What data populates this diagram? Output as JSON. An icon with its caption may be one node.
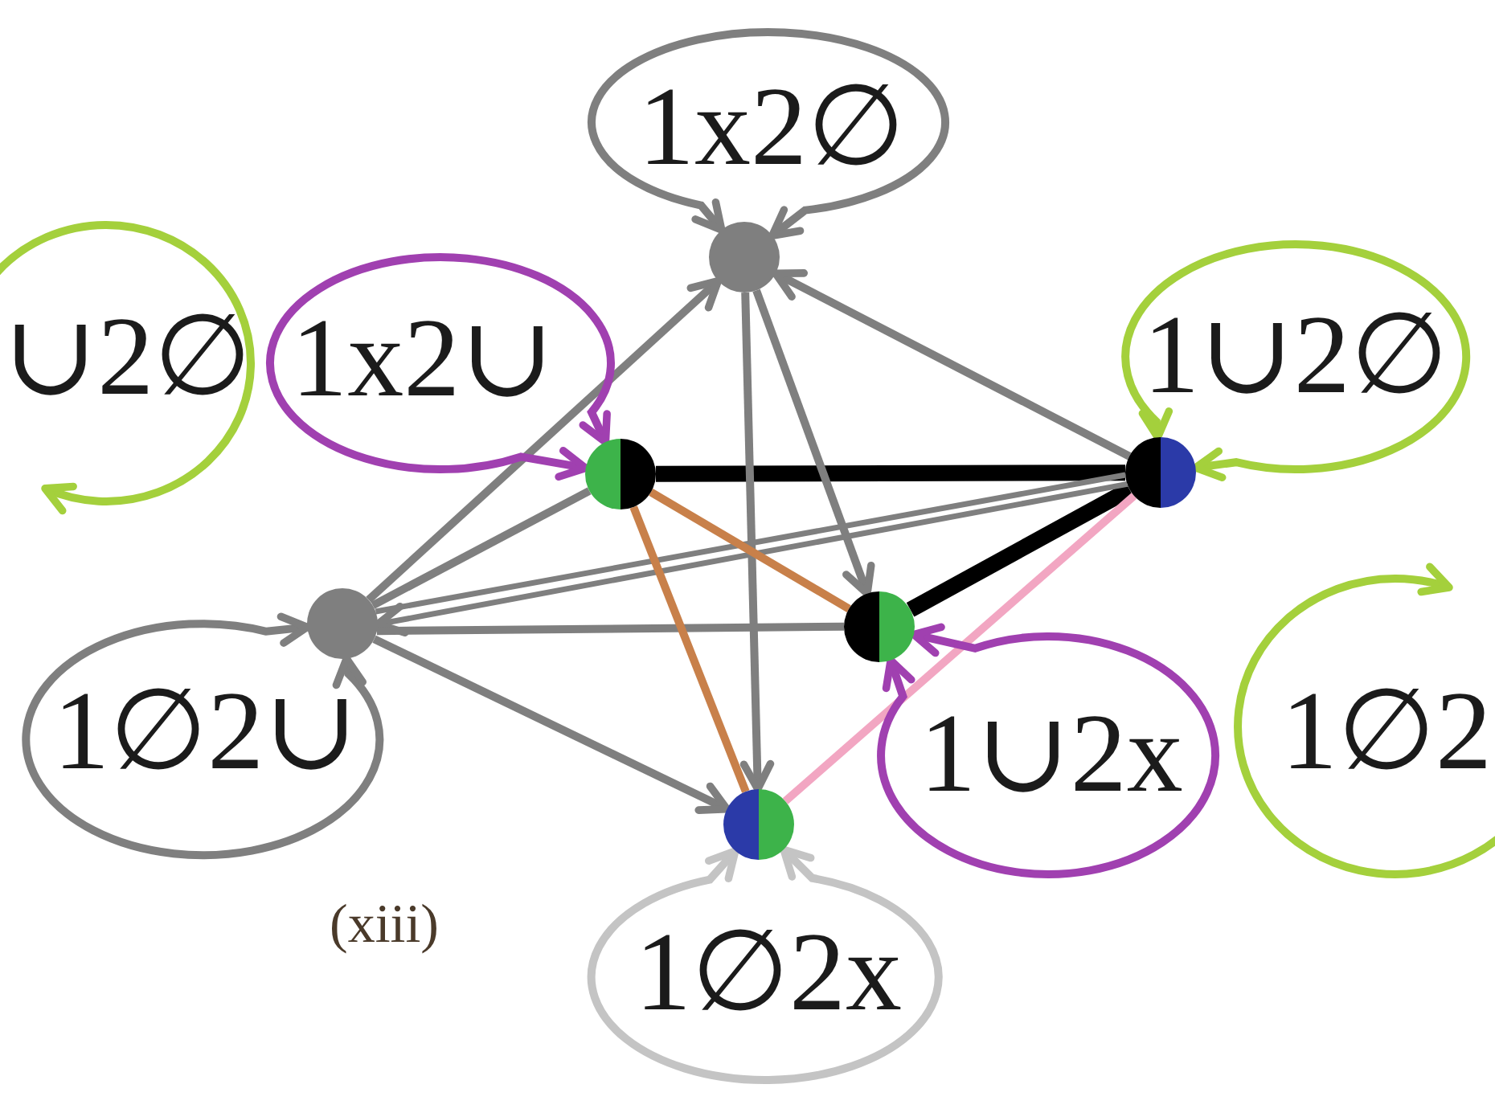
{
  "diagram": {
    "nodes": [
      {
        "text": [],
        "shape": "circle"
      },
      {
        "text": [],
        "shape": "circle"
      },
      {
        "text": [],
        "shape": "circle"
      },
      {
        "text": [],
        "shape": "circle"
      },
      {
        "text": [],
        "shape": "circle"
      },
      {
        "text": [],
        "shape": "circle"
      }
    ],
    "edges": [
      {
        "from": 3,
        "to": 0,
        "arrow": "to"
      },
      {
        "from": 3,
        "to": 1,
        "arrow": "none"
      },
      {
        "from": 2,
        "to": 0,
        "arrow": "to"
      },
      {
        "from": 0,
        "to": 5,
        "arrow": "to"
      },
      {
        "from": 0,
        "to": 4,
        "arrow": "to"
      },
      {
        "from": 3,
        "to": 2,
        "arrow": "none"
      },
      {
        "from": 2,
        "to": 3,
        "arrow": "to"
      },
      {
        "from": 3,
        "to": 4,
        "arrow": "none"
      },
      {
        "from": 3,
        "to": 5,
        "arrow": "to"
      },
      {
        "from": 1,
        "to": 2,
        "arrow": "none",
        "style": "thick",
        "color": "#000000"
      },
      {
        "from": 2,
        "to": 4,
        "arrow": "none",
        "style": "thick",
        "color": "#000000"
      },
      {
        "from": 1,
        "to": 5,
        "arrow": "none",
        "color": "#c8804a"
      },
      {
        "from": 1,
        "to": 4,
        "arrow": "none",
        "color": "#c8804a"
      },
      {
        "from": 2,
        "to": 5,
        "arrow": "none",
        "color": "#f2a6c2"
      },
      {
        "from": 0,
        "to": 0,
        "arrow": "both",
        "label": "1x2∅"
      },
      {
        "from": 1,
        "to": 1,
        "arrow": "both",
        "label": "1x2∪",
        "color": "#a040b0"
      },
      {
        "from": 2,
        "to": 2,
        "arrow": "both",
        "label": "1∪2∅",
        "color": "#a4d03c"
      },
      {
        "from": 3,
        "to": 3,
        "arrow": "both",
        "label": "1∅2∪"
      },
      {
        "from": 4,
        "to": 4,
        "arrow": "both",
        "label": "1∪2x",
        "color": "#a040b0"
      },
      {
        "from": 5,
        "to": 5,
        "arrow": "both",
        "label": "1∅2x",
        "color": "#c4c4c4"
      }
    ],
    "labels": [
      "∪2∅",
      "1∅2",
      "(xiii)"
    ]
  }
}
